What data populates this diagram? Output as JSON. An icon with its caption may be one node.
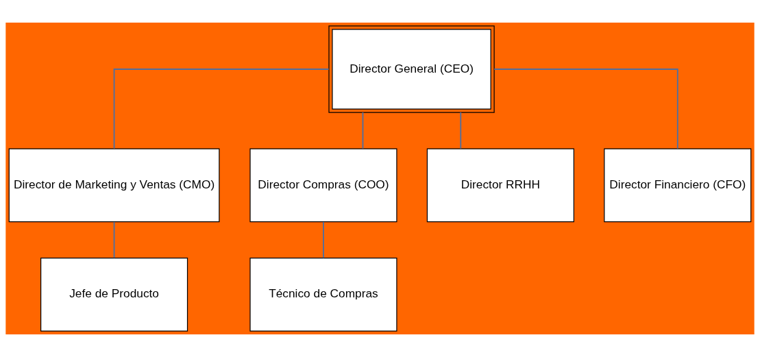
{
  "diagram": {
    "nodes": [
      {
        "text": [
          "Director General (CEO)"
        ]
      },
      {
        "text": [
          "Director de Marketing y Ventas (CMO)"
        ]
      },
      {
        "text": [
          "Director Compras (COO)"
        ]
      },
      {
        "text": [
          "Director RRHH"
        ]
      },
      {
        "text": [
          "Director Financiero (CFO)"
        ]
      },
      {
        "text": [
          "Jefe de Producto"
        ]
      },
      {
        "text": [
          "Técnico de Compras"
        ]
      }
    ],
    "edges": [
      {
        "from": 0,
        "to": 1,
        "arrow": "none"
      },
      {
        "from": 0,
        "to": 2,
        "arrow": "none"
      },
      {
        "from": 0,
        "to": 3,
        "arrow": "none"
      },
      {
        "from": 0,
        "to": 4,
        "arrow": "none"
      },
      {
        "from": 1,
        "to": 5,
        "arrow": "none"
      },
      {
        "from": 2,
        "to": 6,
        "arrow": "none"
      }
    ]
  }
}
